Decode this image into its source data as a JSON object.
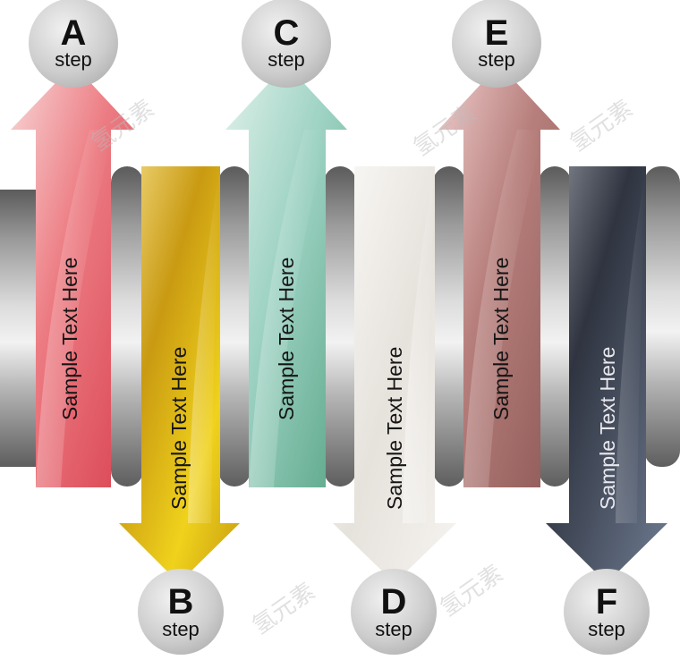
{
  "steps": [
    {
      "letter": "A",
      "label": "step",
      "text": "Sample Text Here"
    },
    {
      "letter": "B",
      "label": "step",
      "text": "Sample Text Here"
    },
    {
      "letter": "C",
      "label": "step",
      "text": "Sample Text Here"
    },
    {
      "letter": "D",
      "label": "step",
      "text": "Sample Text Here"
    },
    {
      "letter": "E",
      "label": "step",
      "text": "Sample Text Here"
    },
    {
      "letter": "F",
      "label": "step",
      "text": "Sample Text Here"
    }
  ],
  "watermark": "氢元素",
  "colors": {
    "a": "#e85a63",
    "b": "#e5c21c",
    "c": "#6fb79a",
    "d": "#ebe8e3",
    "e": "#a96f6d",
    "f": "#434a57",
    "cylinder": "#8a8a8a",
    "circle": "#cfcfcf"
  }
}
